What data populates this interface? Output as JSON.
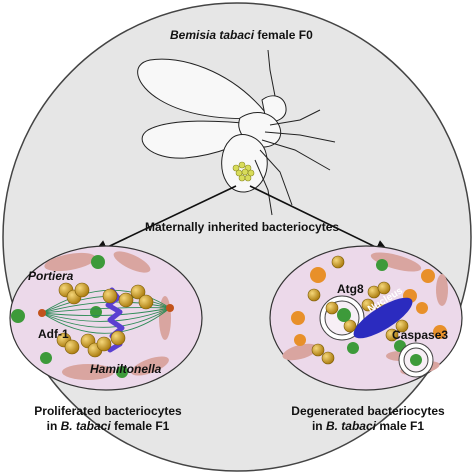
{
  "title": {
    "species": "Bemisia tabaci",
    "rest": " female F0"
  },
  "arrow_label": "Maternally inherited bacteriocytes",
  "left_cell": {
    "labels": {
      "portiera": "Portiera",
      "adf": "Adf-1",
      "hamiltonella": "Hamiltonella"
    },
    "caption_line1": "Proliferated bacteriocytes",
    "caption_line2_prefix": "in ",
    "caption_line2_species": "B. tabaci",
    "caption_line2_suffix": " female F1"
  },
  "right_cell": {
    "labels": {
      "atg8": "Atg8",
      "nucleus": "Nucleus",
      "caspase": "Caspase3"
    },
    "caption_line1": "Degenerated bacteriocytes",
    "caption_line2_prefix": "in ",
    "caption_line2_species": "B. tabaci",
    "caption_line2_suffix": " male F1"
  },
  "colors": {
    "background_circle": "#e6e6e6",
    "cell_fill": "#ecd9ea",
    "green_body": "#3d9a3a",
    "gold_body": "#c6940f",
    "orange_body": "#e8902a",
    "pink_body": "#d9a5a0",
    "spindle": "#2e8b57",
    "chromosome": "#5a3fd1",
    "nucleus": "#2b2bbf"
  }
}
